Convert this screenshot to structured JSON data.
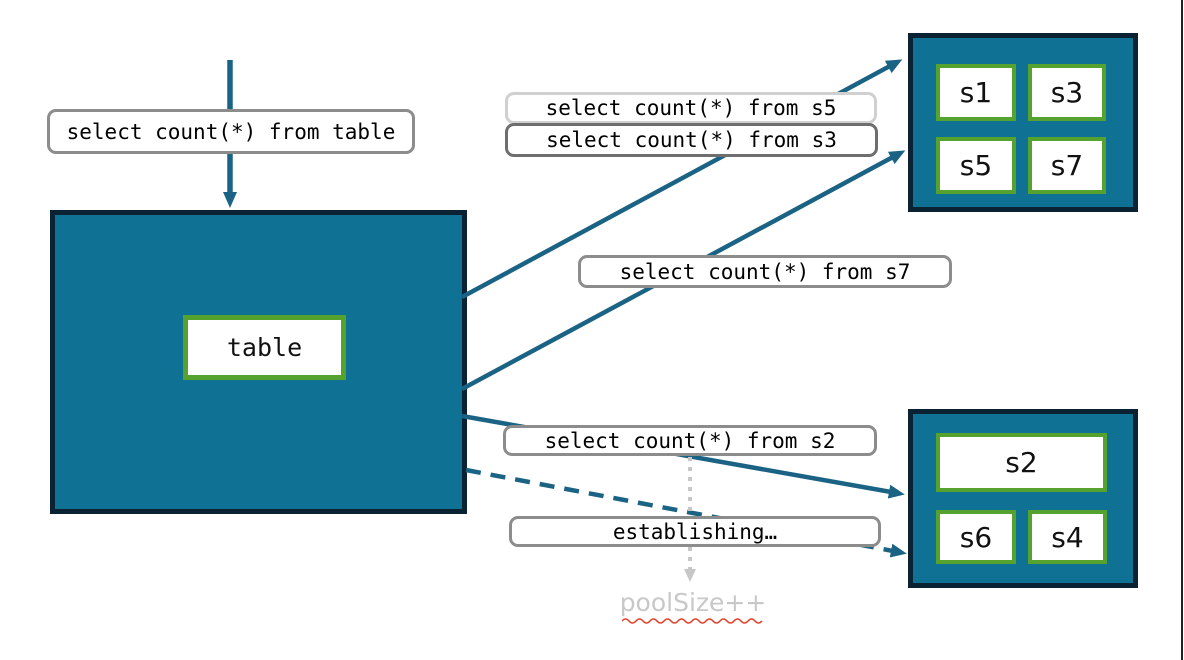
{
  "queries": {
    "table": "select count(*) from table",
    "s5": "select count(*) from s5",
    "s3": "select count(*) from s3",
    "s7": "select count(*) from s7",
    "s2": "select count(*) from s2",
    "establishing": "establishing…"
  },
  "table_box": {
    "label": "table"
  },
  "top_shard_box": {
    "shards": [
      "s1",
      "s3",
      "s5",
      "s7"
    ]
  },
  "bottom_shard_box": {
    "shards": [
      "s2",
      "s6",
      "s4"
    ]
  },
  "pool_note": {
    "label": "poolSize++"
  },
  "colors": {
    "box_fill_teal": "#0f7193",
    "box_border_dark": "#0b2233",
    "cell_border_green": "#55a32e",
    "arrow_teal": "#1b6384",
    "callout_border_gray": "#8c8c8c",
    "callout_border_light": "#d0d0d0",
    "callout_border_dark": "#6e6e6e",
    "pool_text_gray": "#c8c8c8",
    "dotted_arrow_gray": "#c7c7c7",
    "squiggle_red": "#e0442e"
  }
}
